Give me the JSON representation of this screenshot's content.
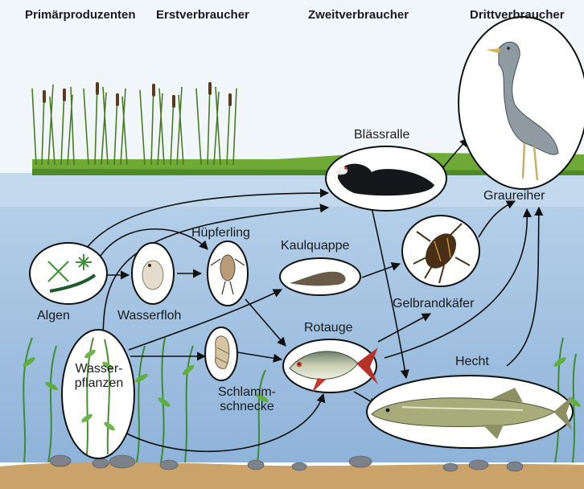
{
  "headers": {
    "primary": "Primärproduzenten",
    "first": "Erstverbraucher",
    "second": "Zweitverbraucher",
    "third": "Drittverbraucher"
  },
  "organisms": {
    "blaessralle": "Blässralle",
    "graureiher": "Graureiher",
    "huepferling": "Hüpferling",
    "kaulquappe": "Kaulquappe",
    "algen": "Algen",
    "wasserfloh": "Wasserfloh",
    "gelbrandkaefer": "Gelbrandkäfer",
    "rotauge": "Rotauge",
    "hecht": "Hecht",
    "wasserpflanzen_1": "Wasser-",
    "wasserpflanzen_2": "pflanzen",
    "schlammschnecke_1": "Schlamm-",
    "schlammschnecke_2": "schnecke"
  },
  "colors": {
    "sky": "#eef4f9",
    "water": "#a9c6e4",
    "water_deep": "#8fb3d9",
    "grass": "#6eaa35",
    "reed": "#4a7a24",
    "sediment": "#c9a36a",
    "arrow": "#111111",
    "oval_fill": "#ffffff"
  }
}
